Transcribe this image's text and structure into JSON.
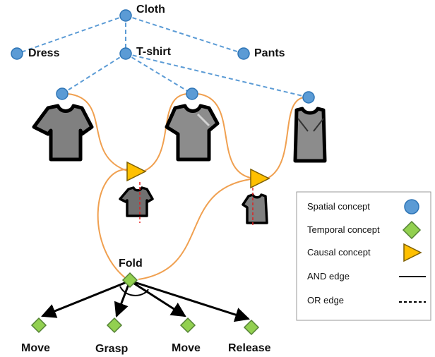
{
  "diagram": {
    "nodes": {
      "cloth": "Cloth",
      "dress": "Dress",
      "tshirt": "T-shirt",
      "pants": "Pants",
      "fold": "Fold",
      "move1": "Move",
      "grasp": "Grasp",
      "move2": "Move",
      "release": "Release"
    }
  },
  "legend": {
    "spatial": "Spatial concept",
    "temporal": "Temporal concept",
    "causal": "Causal concept",
    "and_edge": "AND edge",
    "or_edge": "OR edge"
  },
  "colors": {
    "spatial": "#5b9bd5",
    "spatial_stroke": "#2e75b6",
    "temporal": "#92d050",
    "temporal_stroke": "#548235",
    "causal": "#ffc000",
    "causal_stroke": "#7f6000",
    "or_edge_blue": "#5b9bd5",
    "causal_edge": "#f4a460",
    "and_edge": "#000000",
    "fold_line": "#e02020"
  },
  "icons": [
    "circle-icon",
    "diamond-icon",
    "triangle-icon",
    "shirt-icon"
  ]
}
